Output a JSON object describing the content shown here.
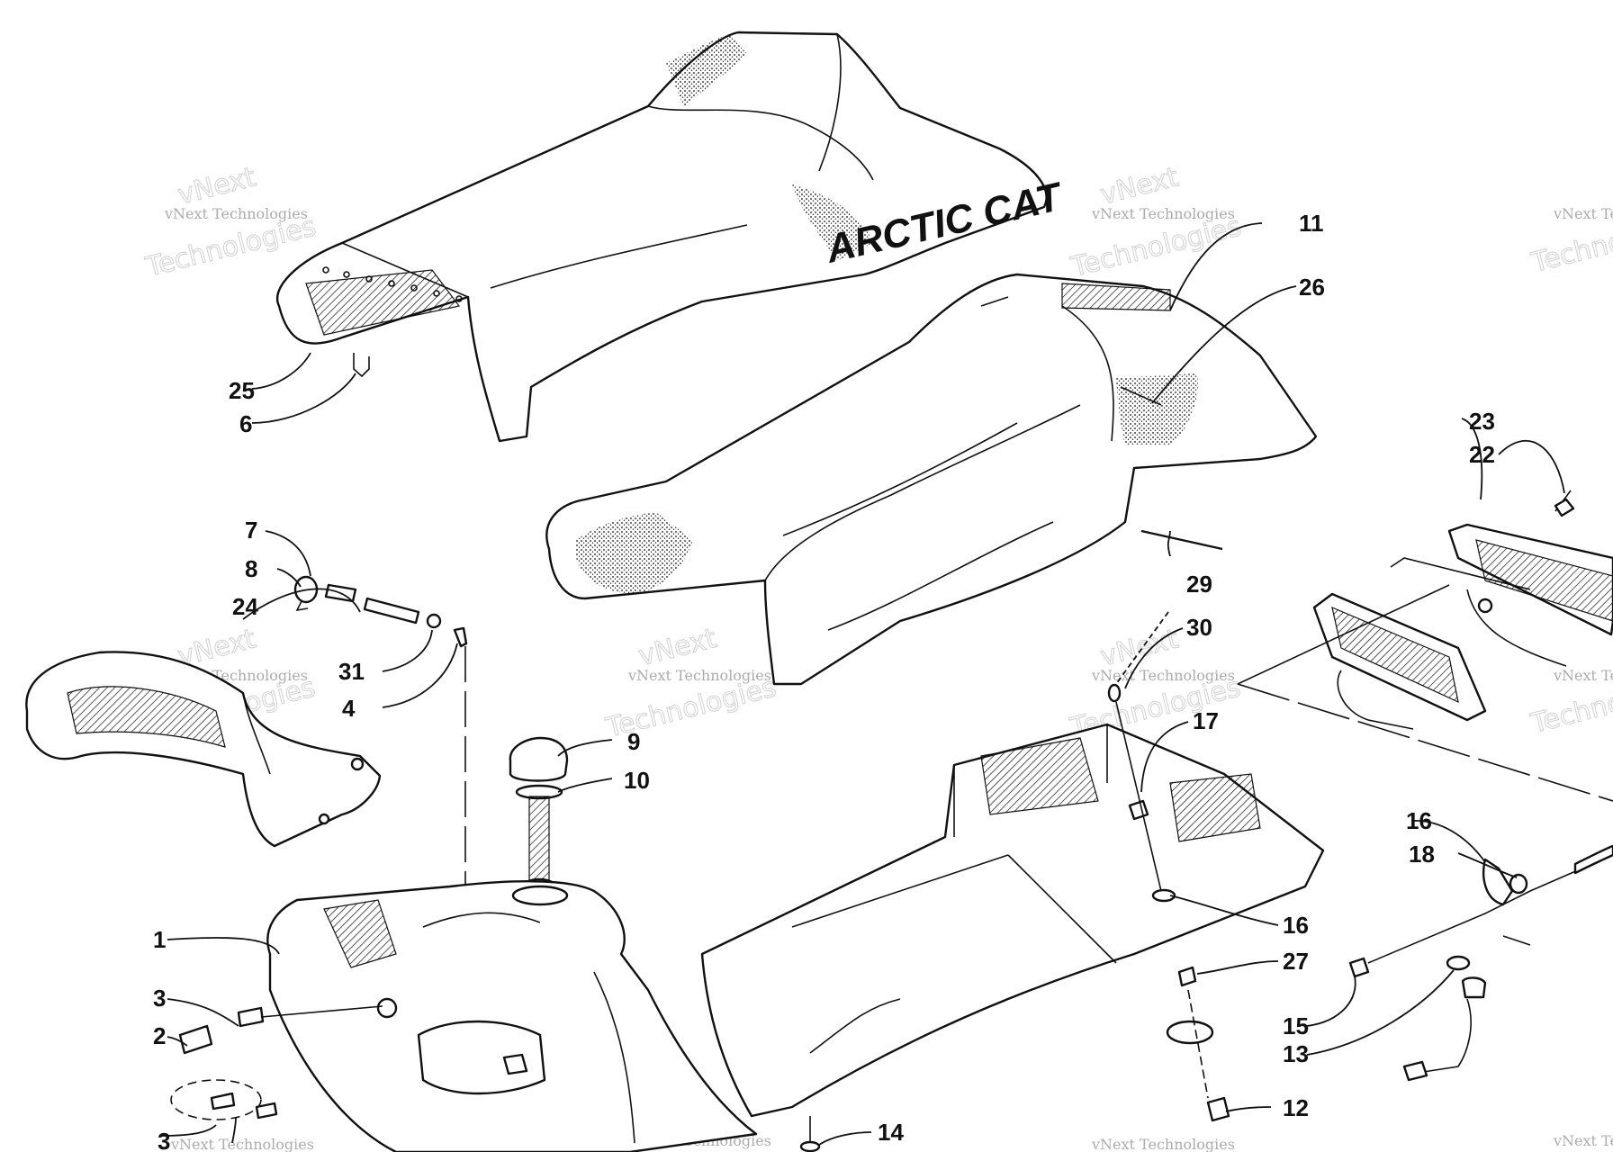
{
  "brand_text": "ARCTIC CAT",
  "watermark": {
    "line1": "vNext Technologies",
    "line2": "Technologies",
    "line3": "vNext"
  },
  "callouts": [
    "1",
    "2",
    "3",
    "3",
    "4",
    "6",
    "7",
    "8",
    "9",
    "10",
    "11",
    "12",
    "13",
    "14",
    "15",
    "16",
    "16",
    "17",
    "18",
    "22",
    "23",
    "24",
    "25",
    "26",
    "27",
    "29",
    "30",
    "31"
  ]
}
